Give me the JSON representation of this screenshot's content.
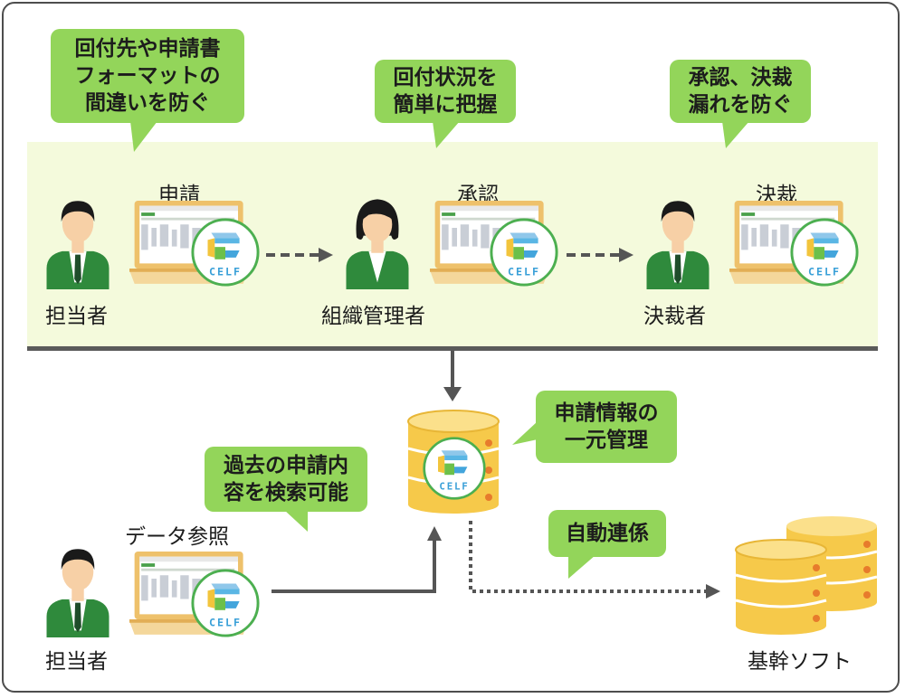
{
  "bubbles": {
    "prevent_errors": "回付先や申請書\nフォーマットの\n間違いを防ぐ",
    "grasp_status": "回付状況を\n簡単に把握",
    "prevent_omission": "承認、決裁\n漏れを防ぐ",
    "central_management": "申請情報の\n一元管理",
    "search_past": "過去の申請内\n容を検索可能",
    "auto_link": "自動連係"
  },
  "actions": {
    "apply": "申請",
    "approve": "承認",
    "decide": "決裁",
    "data_ref": "データ参照"
  },
  "people": {
    "person_in_charge_top": "担当者",
    "org_admin": "組織管理者",
    "decision_maker": "決裁者",
    "person_in_charge_bottom": "担当者"
  },
  "systems": {
    "core_software": "基幹ソフト"
  },
  "logo": {
    "text": "CELF"
  },
  "colors": {
    "bubble_green": "#93d55a",
    "band": "#f4fadc",
    "suit_green": "#2f8a3c",
    "db_yellow": "#f6c94a",
    "laptop_frame": "#eec16b",
    "arrow_gray": "#555555"
  }
}
